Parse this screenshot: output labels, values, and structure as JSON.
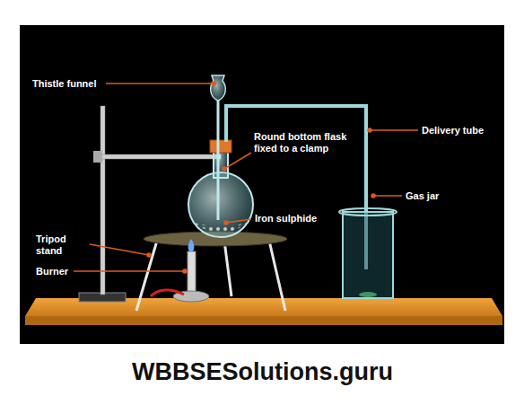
{
  "diagram": {
    "labels": [
      "Thistle funnel",
      "Round bottom flask fixed to a clamp",
      "Iron sulphide",
      "Delivery tube",
      "Gas jar",
      "Tripod stand",
      "Burner",
      "WBBSESolutions.guru"
    ]
  }
}
